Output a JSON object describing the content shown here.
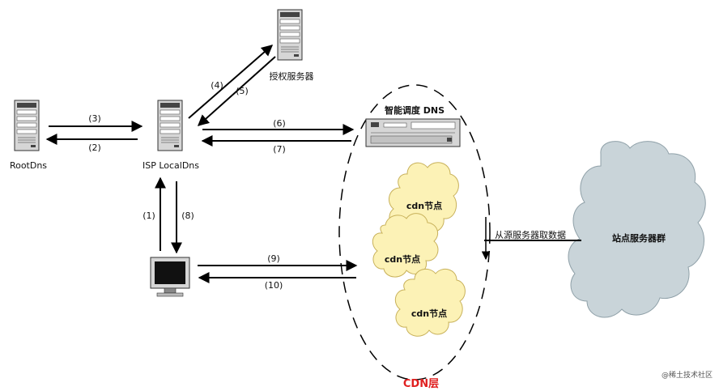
{
  "labels": {
    "root_dns": "RootDns",
    "isp_dns": "ISP LocalDns",
    "auth_server": "授权服务器",
    "smart_dns": "智能调度 DNS",
    "cdn_node_1": "cdn节点",
    "cdn_node_2": "cdn节点",
    "cdn_node_3": "cdn节点",
    "cdn_layer": "CDN层",
    "origin_cluster": "站点服务器群",
    "fetch_origin": "从源服务器取数据",
    "watermark": "@稀土技术社区"
  },
  "steps": {
    "s1": "(1)",
    "s2": "(2)",
    "s3": "(3)",
    "s4": "(4)",
    "s5": "(5)",
    "s6": "(6)",
    "s7": "(7)",
    "s8": "(8)",
    "s9": "(9)",
    "s10": "(10)"
  },
  "colors": {
    "line": "#000000",
    "cloud_fill": "#fcf2b6",
    "cloud_stroke": "#c8b15a",
    "origin_fill": "#c9d4d9",
    "origin_stroke": "#8fa0a8",
    "cdn_label": "#e02020",
    "server_body": "#d6d6d6",
    "server_dark": "#444444"
  }
}
